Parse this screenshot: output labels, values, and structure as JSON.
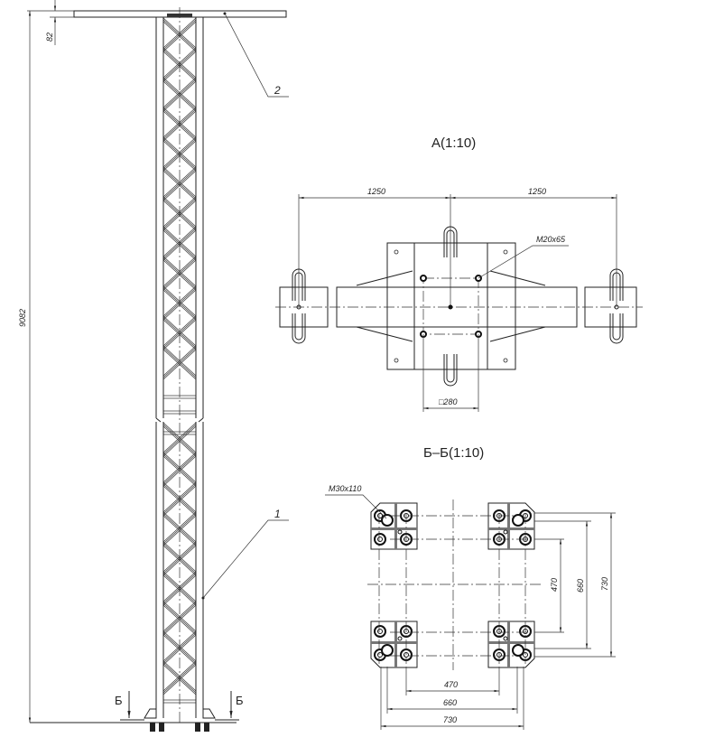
{
  "elevation": {
    "overall_height": "9082",
    "plate_thickness": "82",
    "callout_1": "1",
    "callout_2": "2",
    "section_mark_left": "Б",
    "section_mark_right": "Б"
  },
  "view_a": {
    "title": "A(1:10)",
    "dim_left": "1250",
    "dim_right": "1250",
    "bolt_label": "M20x65",
    "square_dim": "□280"
  },
  "view_bb": {
    "title": "Б–Б(1:10)",
    "bolt_label": "M30x110",
    "dim_v_470": "470",
    "dim_v_660": "660",
    "dim_v_730": "730",
    "dim_h_470": "470",
    "dim_h_660": "660",
    "dim_h_730": "730"
  }
}
